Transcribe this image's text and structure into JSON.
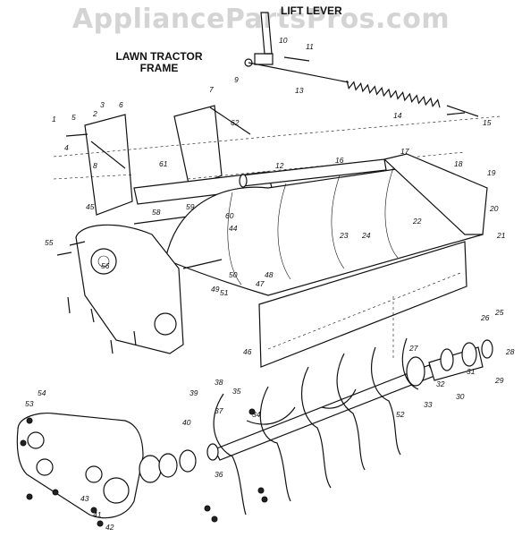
{
  "watermark": "AppliancePartsPros.com",
  "headers": {
    "lift_lever": "LIFT LEVER",
    "frame_line1": "LAWN TRACTOR",
    "frame_line2": "FRAME"
  },
  "callouts": [
    "1",
    "2",
    "3",
    "4",
    "5",
    "6",
    "7",
    "8",
    "9",
    "10",
    "11",
    "12",
    "13",
    "14",
    "15",
    "16",
    "17",
    "18",
    "19",
    "20",
    "21",
    "22",
    "23",
    "24",
    "25",
    "26",
    "27",
    "28",
    "29",
    "30",
    "31",
    "32",
    "33",
    "34",
    "35",
    "36",
    "37",
    "38",
    "39",
    "40",
    "41",
    "42",
    "43",
    "44",
    "45",
    "46",
    "47",
    "48",
    "49",
    "50",
    "51",
    "52",
    "53",
    "54",
    "55",
    "56",
    "58",
    "59",
    "60",
    "61",
    "62"
  ]
}
